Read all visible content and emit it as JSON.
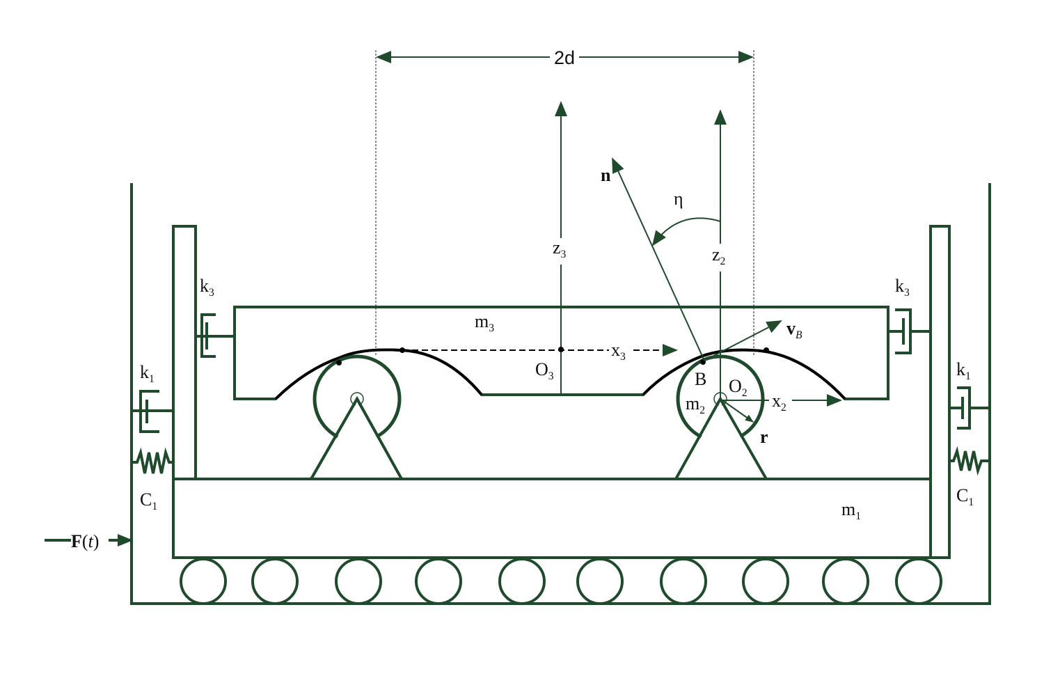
{
  "diagram": {
    "colors": {
      "structure": "#1f4a2c",
      "text": "#111111",
      "track": "#000000"
    },
    "labels": {
      "dim_2d": "2d",
      "n": "n",
      "eta": "η",
      "z3": "z",
      "z3_sub": "3",
      "z2": "z",
      "z2_sub": "2",
      "k3_left": "k",
      "k3_left_sub": "3",
      "k3_right": "k",
      "k3_right_sub": "3",
      "k1_left": "k",
      "k1_left_sub": "1",
      "k1_right": "k",
      "k1_right_sub": "1",
      "c1_left": "C",
      "c1_left_sub": "1",
      "c1_right": "C",
      "c1_right_sub": "1",
      "m3": "m",
      "m3_sub": "3",
      "m2": "m",
      "m2_sub": "2",
      "m1": "m",
      "m1_sub": "1",
      "o3": "O",
      "o3_sub": "3",
      "o2": "O",
      "o2_sub": "2",
      "x3": "x",
      "x3_sub": "3",
      "x2": "x",
      "x2_sub": "2",
      "b": "B",
      "r": "r",
      "vb": "v",
      "vb_sub": "B",
      "force_bold": "F",
      "force_paren_open": "(",
      "force_t": "t",
      "force_paren_close": ")"
    },
    "roller_count": 10
  }
}
